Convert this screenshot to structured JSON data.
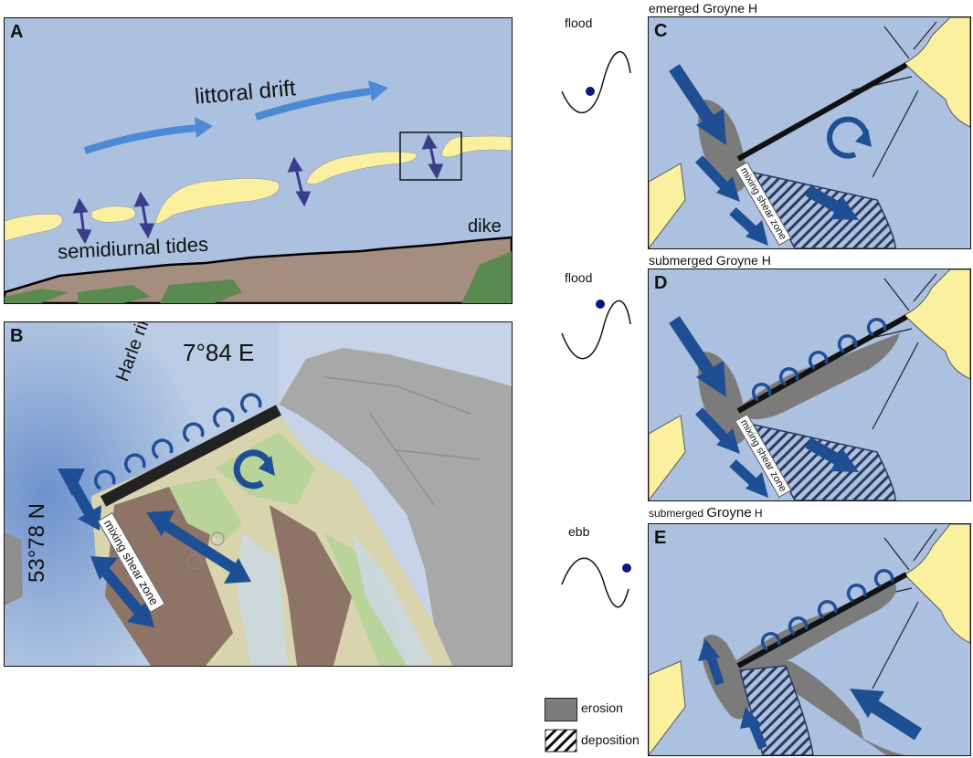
{
  "colors": {
    "water": "#acc0e0",
    "sand": "#fbf0a0",
    "land": "#a58d80",
    "green": "#5a8a50",
    "arrow_dark": "#1e4f94",
    "arrow_light": "#4d8ad6",
    "tide_arrow": "#3a3d8a",
    "erosion": "#7b7b7b",
    "gray_land": "#a8a8a8",
    "hatch": "#2b3a60"
  },
  "panel_a": {
    "label": "A",
    "littoral_drift": "littoral drift",
    "semidiurnal_tides": "semidiurnal tides",
    "dike": "dike"
  },
  "panel_b": {
    "label": "B",
    "harle_riff": "Harle riff",
    "longitude": "7°84 E",
    "latitude": "53°78 N",
    "mixing_shear_zone": "mixing shear zone"
  },
  "panel_c": {
    "label": "C",
    "title": "emerged Groyne H",
    "tide_phase": "flood",
    "mixing_shear_zone": "mixing shear zone"
  },
  "panel_d": {
    "label": "D",
    "title": "submerged Groyne H",
    "tide_phase": "flood",
    "mixing_shear_zone": "mixing shear zone"
  },
  "panel_e": {
    "label": "E",
    "title_prefix": "submerged ",
    "title_main": "Groyne",
    "title_suffix": " H",
    "tide_phase": "ebb"
  },
  "legend": {
    "erosion": "erosion",
    "deposition": "deposition"
  }
}
